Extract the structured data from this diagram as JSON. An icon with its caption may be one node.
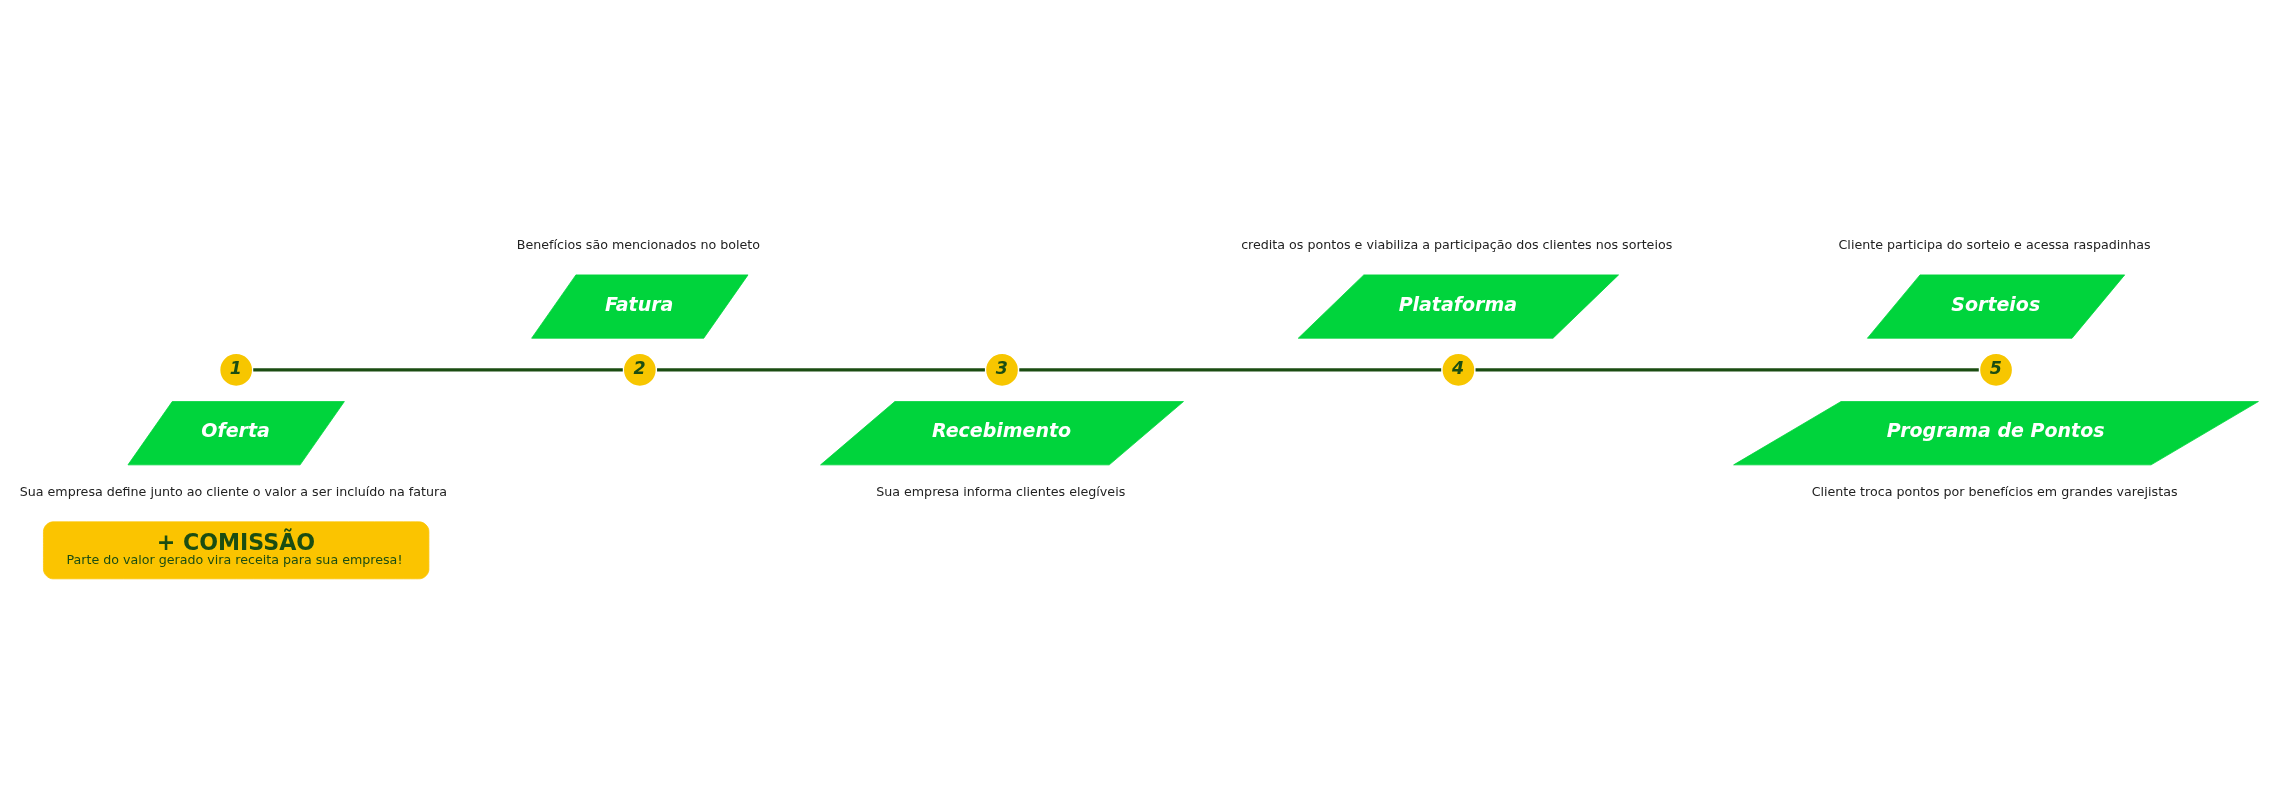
{
  "diagram": {
    "nodes": [
      {
        "text": [
          "1"
        ]
      },
      {
        "text": [
          "Oferta"
        ],
        "beside": [
          "Sua empresa define junto ao cliente o valor a ser incluído na fatura"
        ]
      },
      {
        "text": [
          "2"
        ]
      },
      {
        "text": [
          "Fatura"
        ],
        "beside": [
          "Benefícios são mencionados no boleto"
        ]
      },
      {
        "text": [
          "3"
        ]
      },
      {
        "text": [
          "Recebimento"
        ],
        "beside": [
          "Sua empresa informa clientes elegíveis"
        ]
      },
      {
        "text": [
          "4"
        ]
      },
      {
        "text": [
          "Plataforma"
        ],
        "beside": [
          "credita os pontos e viabiliza a participação dos clientes nos sorteios"
        ]
      },
      {
        "text": [
          "5"
        ]
      },
      {
        "text": [
          "Sorteios"
        ],
        "beside": [
          "Cliente participa do sorteio e acessa raspadinhas"
        ]
      },
      {
        "text": [
          "Programa de Pontos"
        ],
        "beside": [
          "Cliente troca pontos por benefícios em grandes varejistas"
        ]
      },
      {
        "text": [
          "+ COMISSÃO",
          "Parte do valor gerado vira receita para sua empresa!"
        ]
      }
    ],
    "edges": [
      {
        "from": 0,
        "to": 2,
        "arrow": "none"
      },
      {
        "from": 2,
        "to": 4,
        "arrow": "none"
      },
      {
        "from": 4,
        "to": 6,
        "arrow": "none"
      },
      {
        "from": 6,
        "to": 8,
        "arrow": "none"
      }
    ]
  }
}
